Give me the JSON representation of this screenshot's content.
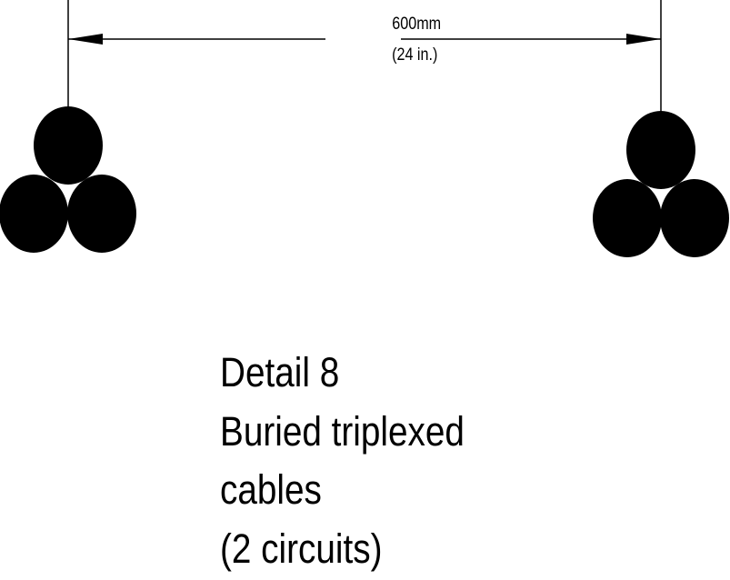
{
  "dimension": {
    "metric": "600mm",
    "imperial": "(24 in.)"
  },
  "caption": {
    "line1": "Detail 8",
    "line2": "Buried triplexed",
    "line3": "cables",
    "line4": "(2 circuits)"
  },
  "colors": {
    "ink": "#000000",
    "background": "#ffffff"
  },
  "circuits": [
    {
      "name": "left-circuit",
      "conductors": 3
    },
    {
      "name": "right-circuit",
      "conductors": 3
    }
  ]
}
